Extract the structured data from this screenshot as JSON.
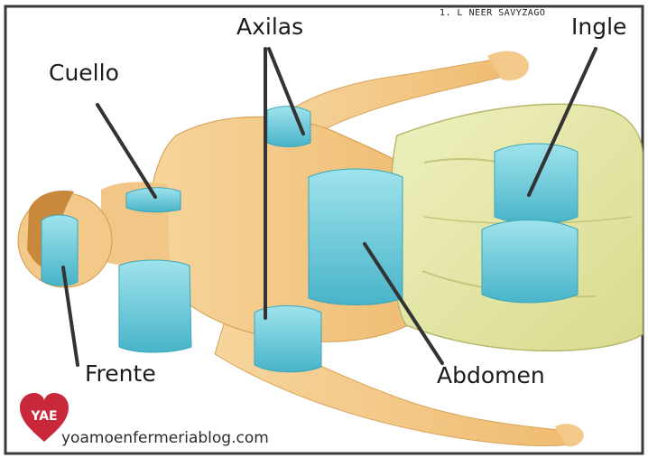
{
  "labels": {
    "cuello": "Cuello",
    "axilas": "Axilas",
    "ingle": "Ingle",
    "frente": "Frente",
    "abdomen": "Abdomen"
  },
  "top_note": "1. L NEER SAVYZAGO",
  "watermark": "yoamoenfermeriablog.com",
  "logo_text": "YAE",
  "colors": {
    "skin": "#f1c684",
    "skin_shadow": "#d59b4c",
    "ice_pack": "#63c6d9",
    "ice_pack_light": "#9fe3ec",
    "sheet": "#e5e7a5",
    "sheet_shadow": "#cacb78",
    "hair": "#c9893c",
    "pointer_line": "#333333",
    "logo_red": "#c8283a",
    "frame": "#3a3a3a"
  }
}
